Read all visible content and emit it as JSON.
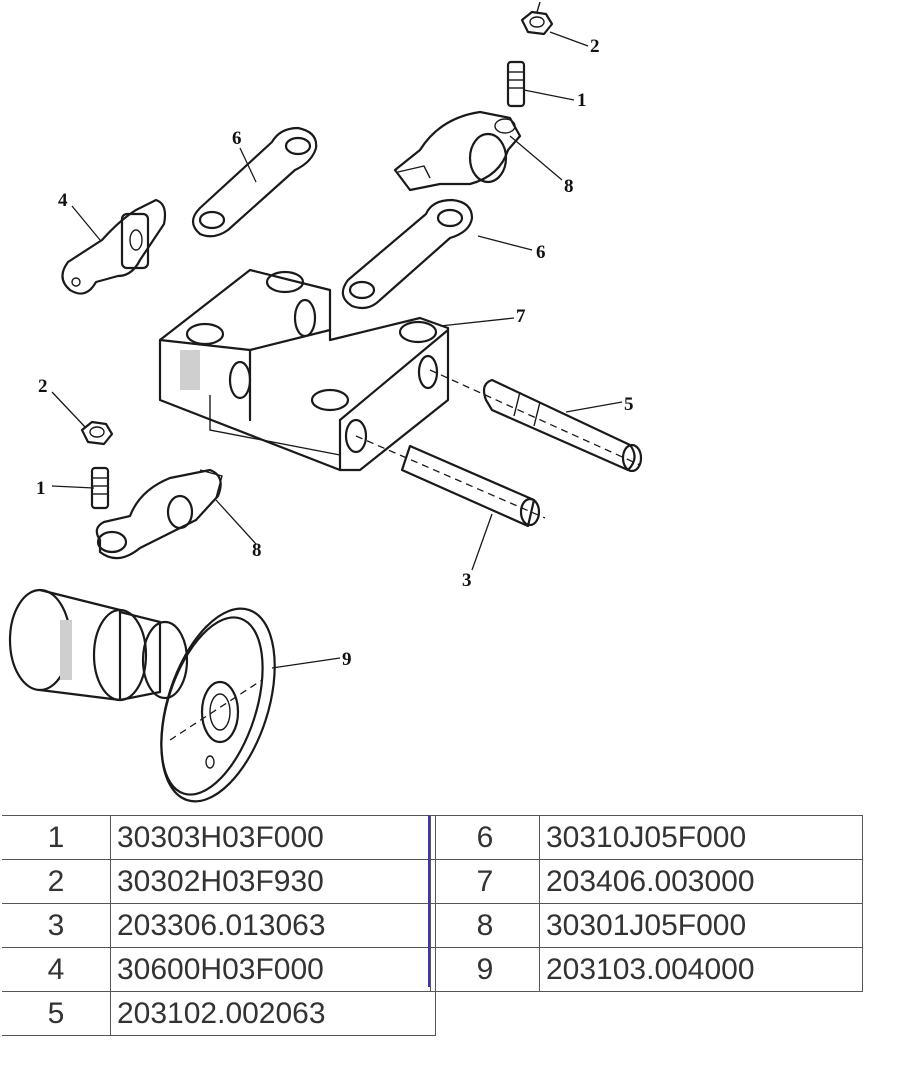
{
  "callouts": [
    "1",
    "2",
    "3",
    "4",
    "5",
    "6",
    "7",
    "8",
    "9"
  ],
  "parts_table": {
    "left": [
      {
        "no": "1",
        "code": "30303H03F000"
      },
      {
        "no": "2",
        "code": "30302H03F930"
      },
      {
        "no": "3",
        "code": "203306.013063"
      },
      {
        "no": "4",
        "code": "30600H03F000"
      },
      {
        "no": "5",
        "code": "203102.002063"
      }
    ],
    "right": [
      {
        "no": "6",
        "code": "30310J05F000"
      },
      {
        "no": "7",
        "code": "203406.003000"
      },
      {
        "no": "8",
        "code": "30301J05F000"
      },
      {
        "no": "9",
        "code": "203103.004000"
      }
    ]
  }
}
